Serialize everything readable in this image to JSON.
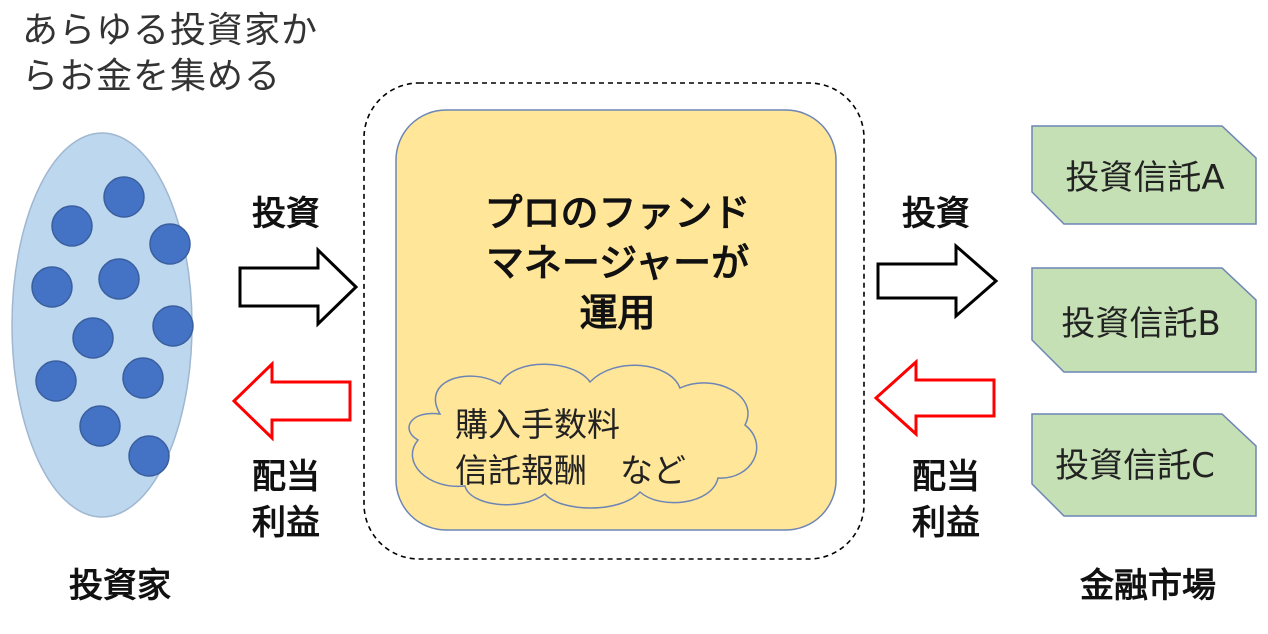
{
  "caption": "あらゆる投資家か\nらお金を集める",
  "investor_label": "投資家",
  "market_label": "金融市場",
  "center_title": "プロのファンド\nマネージャーが\n運用",
  "fees_note": "購入手数料\n信託報酬　など",
  "left_invest_label": "投資",
  "left_return_label": "配当\n利益",
  "right_invest_label": "投資",
  "right_return_label": "配当\n利益",
  "funds": [
    "投資信託A",
    "投資信託B",
    "投資信託C"
  ],
  "colors": {
    "investor_fill": "#bdd7ee",
    "investor_dot": "#4472c4",
    "fund_box_fill": "#ffe699",
    "fund_card_fill": "#c5e0b4",
    "return_arrow": "#ff0000",
    "invest_arrow": "#000000"
  }
}
